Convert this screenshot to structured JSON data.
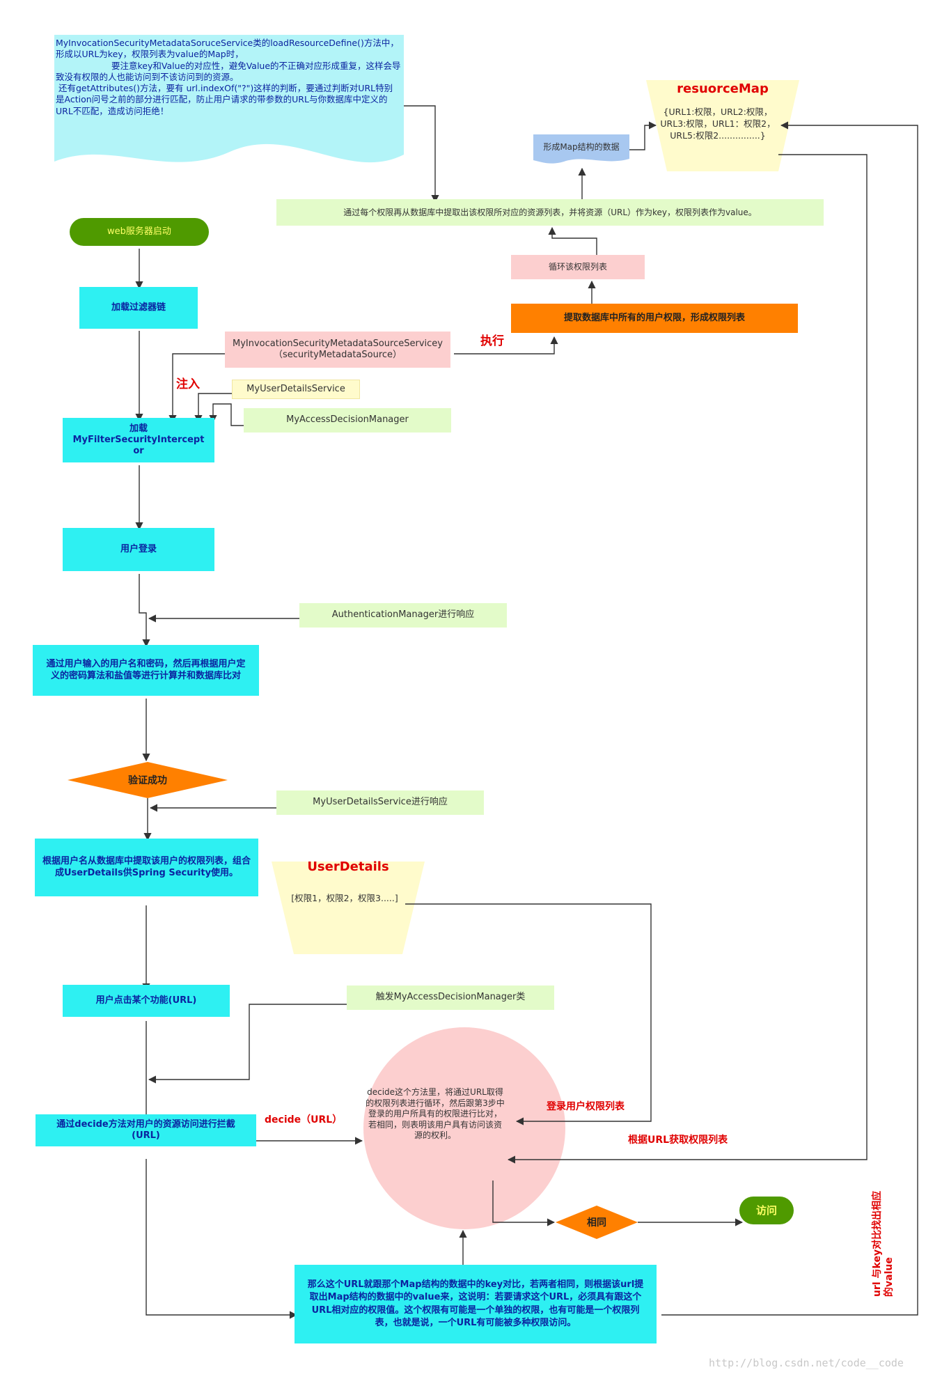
{
  "note": {
    "lines": [
      "MyInvocationSecurityMetadataSoruceService类的loadResourceDefine()方法中，形成以URL为key，权限列表为value的Map时，",
      "要注意key和Value的对应性，避免Value的不正确对应形成重复，这样会导致没有权限的人也能访问到不该访问到的资源。",
      "还有getAttributes()方法，要有 url.indexOf(\"?\")这样的判断，要通过判断对URL特别是Action问号之前的部分进行匹配，防止用户请求的带参数的URL与你数据库中定义的URL不匹配，造成访问拒绝！"
    ]
  },
  "resource_map": {
    "title": "resuorceMap",
    "body": "{URL1:权限，URL2:权限，URL3:权限，URL1：权限2，URL5:权限2...............}"
  },
  "map_data_label": "形成Map结构的数据",
  "loop_each_perm": "通过每个权限再从数据库中提取出该权限所对应的资源列表，并将资源（URL）作为key，权限列表作为value。",
  "loop_perm_list": "循环该权限列表",
  "extract_perms": "提取数据库中所有的用户权限，形成权限列表",
  "metadata_source": {
    "line1": "MyInvocationSecurityMetadataSourceServicey",
    "line2": "（securityMetadataSource）"
  },
  "execute_label": "执行",
  "inject_label": "注入",
  "user_details_service": "MyUserDetailsService",
  "access_decision_manager": "MyAccessDecisionManager",
  "start": "web服务器启动",
  "load_filter_chain": "加载过滤器链",
  "load_interceptor": {
    "line1": "加载",
    "line2": "MyFilterSecurityIntercept",
    "line3": "or"
  },
  "user_login": "用户登录",
  "auth_manager": "AuthenticationManager进行响应",
  "verify_password": "通过用户输入的用户名和密码，然后再根据用户定义的密码算法和盐值等进行计算并和数据库比对",
  "verify_success": "验证成功",
  "uds_respond": "MyUserDetailsService进行响应",
  "build_user_details": "根据用户名从数据库中提取该用户的权限列表，组合成UserDetails供Spring Security使用。",
  "user_details": {
    "title": "UserDetails",
    "body": "[权限1，权限2，权限3.....]"
  },
  "click_function": "用户点击某个功能(URL)",
  "trigger_adm": "触发MyAccessDecisionManager类",
  "decide_intercept": "通过decide方法对用户的资源访问进行拦截(URL)",
  "decide_url_label": "decide（URL）",
  "decide_circle": "decide这个方法里，将通过URL取得的权限列表进行循环，然后跟第3步中登录的用户所具有的权限进行比对，若相同，则表明该用户具有访问该资源的权利。",
  "login_user_perms": "登录用户权限列表",
  "get_perms_by_url": "根据URL获取权限列表",
  "same": "相同",
  "visit": "访问",
  "bottom_box": "那么这个URL就跟那个Map结构的数据中的key对比，若两者相同，则根据该url提取出Map结构的数据中的value来，这说明：若要请求这个URL，必须具有跟这个URL相对应的权限值。这个权限有可能是一个单独的权限，也有可能是一个权限列表，也就是说，一个URL有可能被多种权限访问。",
  "url_key_compare": "url 与key对比找出相应的value",
  "watermark": "http://blog.csdn.net/code__code",
  "colors": {
    "cyan": "#2ef0f2",
    "light_green": "#e3fbc9",
    "pink": "#fccfcf",
    "orange": "#ff8000",
    "green_pill": "#4f9a00",
    "light_yellow": "#fffbcc",
    "red_text": "#e00000"
  }
}
